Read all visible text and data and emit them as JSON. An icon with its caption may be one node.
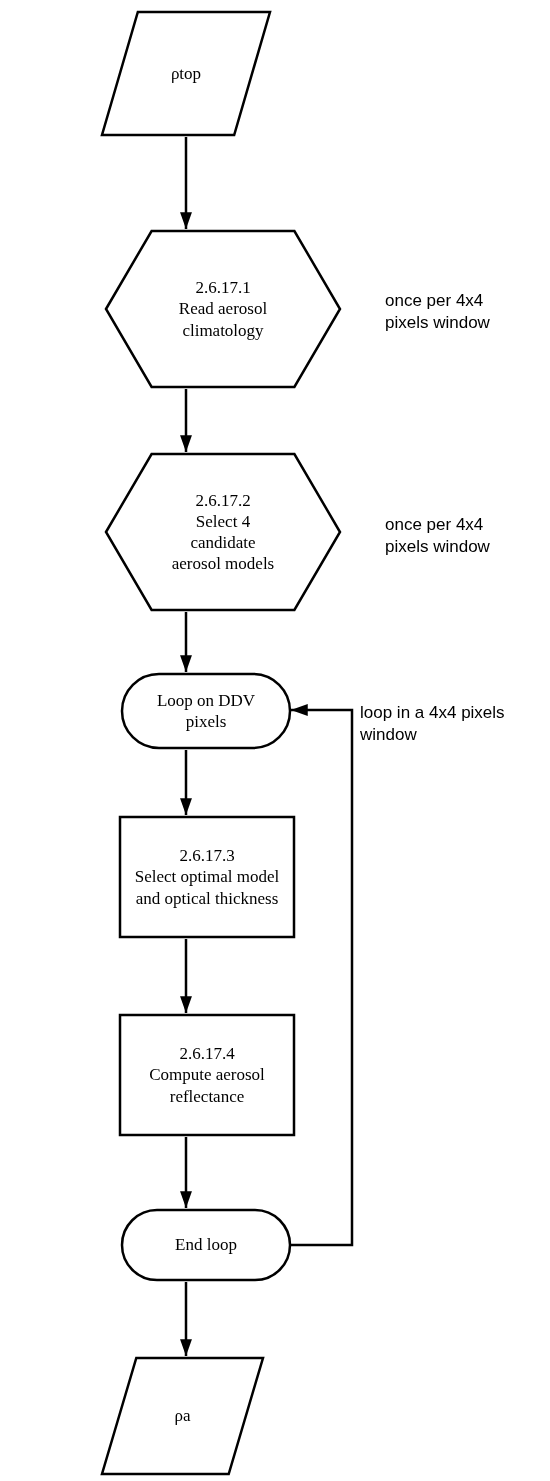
{
  "diagram": {
    "nodes": [
      {
        "text": [
          "ρtop"
        ]
      },
      {
        "text": [
          "2.6.17.1",
          "Read aerosol climatology"
        ],
        "beside": [
          "once per 4x4 pixels window"
        ]
      },
      {
        "text": [
          "2.6.17.2",
          "Select 4 candidate aerosol models"
        ],
        "beside": [
          "once per 4x4 pixels window"
        ]
      },
      {
        "text": [
          "Loop on DDV pixels"
        ]
      },
      {
        "text": [
          "2.6.17.3",
          "Select optimal model and optical thickness"
        ]
      },
      {
        "text": [
          "2.6.17.4",
          "Compute aerosol reflectance"
        ]
      },
      {
        "text": [
          "End loop"
        ]
      },
      {
        "text": [
          "ρa"
        ]
      }
    ],
    "edges": [
      {
        "from": 0,
        "to": 1,
        "arrow": "to"
      },
      {
        "from": 1,
        "to": 2,
        "arrow": "to"
      },
      {
        "from": 2,
        "to": 3,
        "arrow": "to"
      },
      {
        "from": 3,
        "to": 4,
        "arrow": "to"
      },
      {
        "from": 4,
        "to": 5,
        "arrow": "to"
      },
      {
        "from": 5,
        "to": 6,
        "arrow": "to"
      },
      {
        "from": 6,
        "to": 7,
        "arrow": "to"
      },
      {
        "from": 6,
        "to": 3,
        "arrow": "to",
        "label": "loop in a 4x4 pixels window"
      }
    ]
  }
}
